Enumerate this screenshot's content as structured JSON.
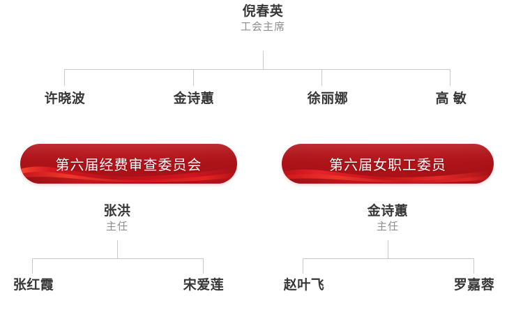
{
  "colors": {
    "name_text": "#363636",
    "title_text": "#8d8d8d",
    "connector": "#c9c9c9",
    "banner_red_dark": "#9d1015",
    "banner_red_mid": "#b5151b",
    "banner_red_bright": "#d8161f",
    "banner_ribbon_highlight": "#f0352a",
    "banner_label_text": "#ffffff",
    "background": "#ffffff"
  },
  "chart_data": {
    "type": "diagram",
    "diagram_kind": "organization-chart",
    "root": {
      "name": "倪春英",
      "title": "工会主席"
    },
    "level2": [
      {
        "name": "许晓波"
      },
      {
        "name": "金诗蕙"
      },
      {
        "name": "徐丽娜"
      },
      {
        "name": "高 敏"
      }
    ],
    "committees": [
      {
        "label": "第六届经费审查委员会",
        "chair": {
          "name": "张洪",
          "title": "主任"
        },
        "members": [
          {
            "name": "张红霞"
          },
          {
            "name": "宋爱莲"
          }
        ]
      },
      {
        "label": "第六届女职工委员",
        "chair": {
          "name": "金诗蕙",
          "title": "主任"
        },
        "members": [
          {
            "name": "赵叶飞"
          },
          {
            "name": "罗嘉蓉"
          }
        ]
      }
    ]
  }
}
